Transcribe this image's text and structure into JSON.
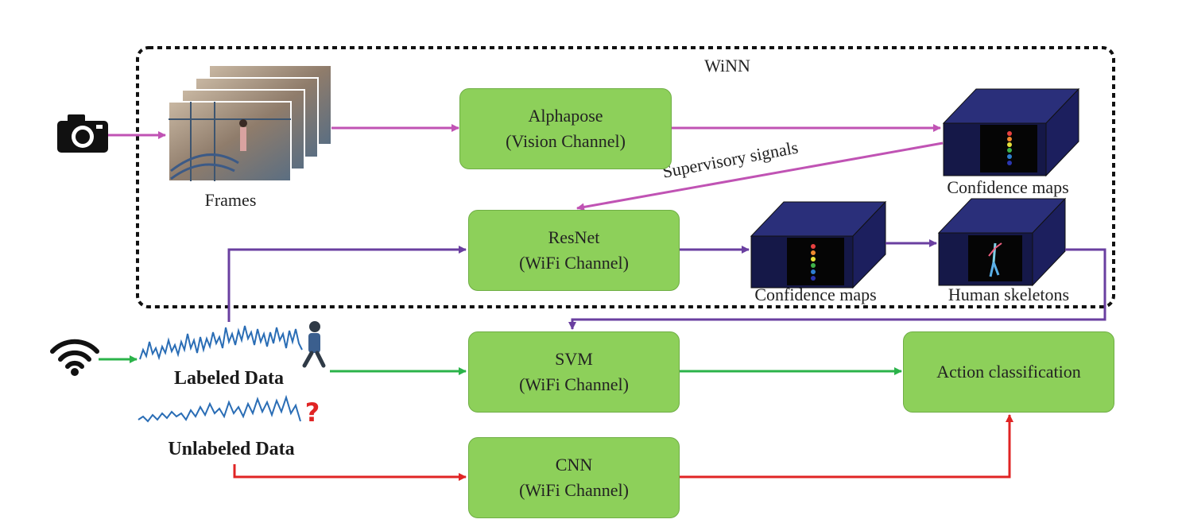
{
  "group_label": "WiNN",
  "frames_label": "Frames",
  "supervisory_label": "Supervisory signals",
  "boxes": {
    "alphapose": {
      "title": "Alphapose",
      "subtitle": "(Vision Channel)"
    },
    "resnet": {
      "title": "ResNet",
      "subtitle": "(WiFi Channel)"
    },
    "svm": {
      "title": "SVM",
      "subtitle": "(WiFi Channel)"
    },
    "cnn": {
      "title": "CNN",
      "subtitle": "(WiFi Channel)"
    },
    "action": {
      "title": "Action classification"
    }
  },
  "cube_labels": {
    "confidence_top": "Confidence maps",
    "confidence_mid": "Confidence maps",
    "skeletons": "Human skeletons"
  },
  "data_labels": {
    "labeled": "Labeled Data",
    "unlabeled": "Unlabeled Data"
  },
  "icons": [
    "camera-icon",
    "wifi-icon",
    "walking-person-icon",
    "question-mark-icon"
  ],
  "colors": {
    "vision_arrow": "#c053b4",
    "wifi_arrow": "#6a3fa0",
    "labeled_arrow": "#2bb34a",
    "unlabeled_arrow": "#e02424",
    "box_fill": "#8dd05a",
    "cube_fill": "#151848"
  }
}
